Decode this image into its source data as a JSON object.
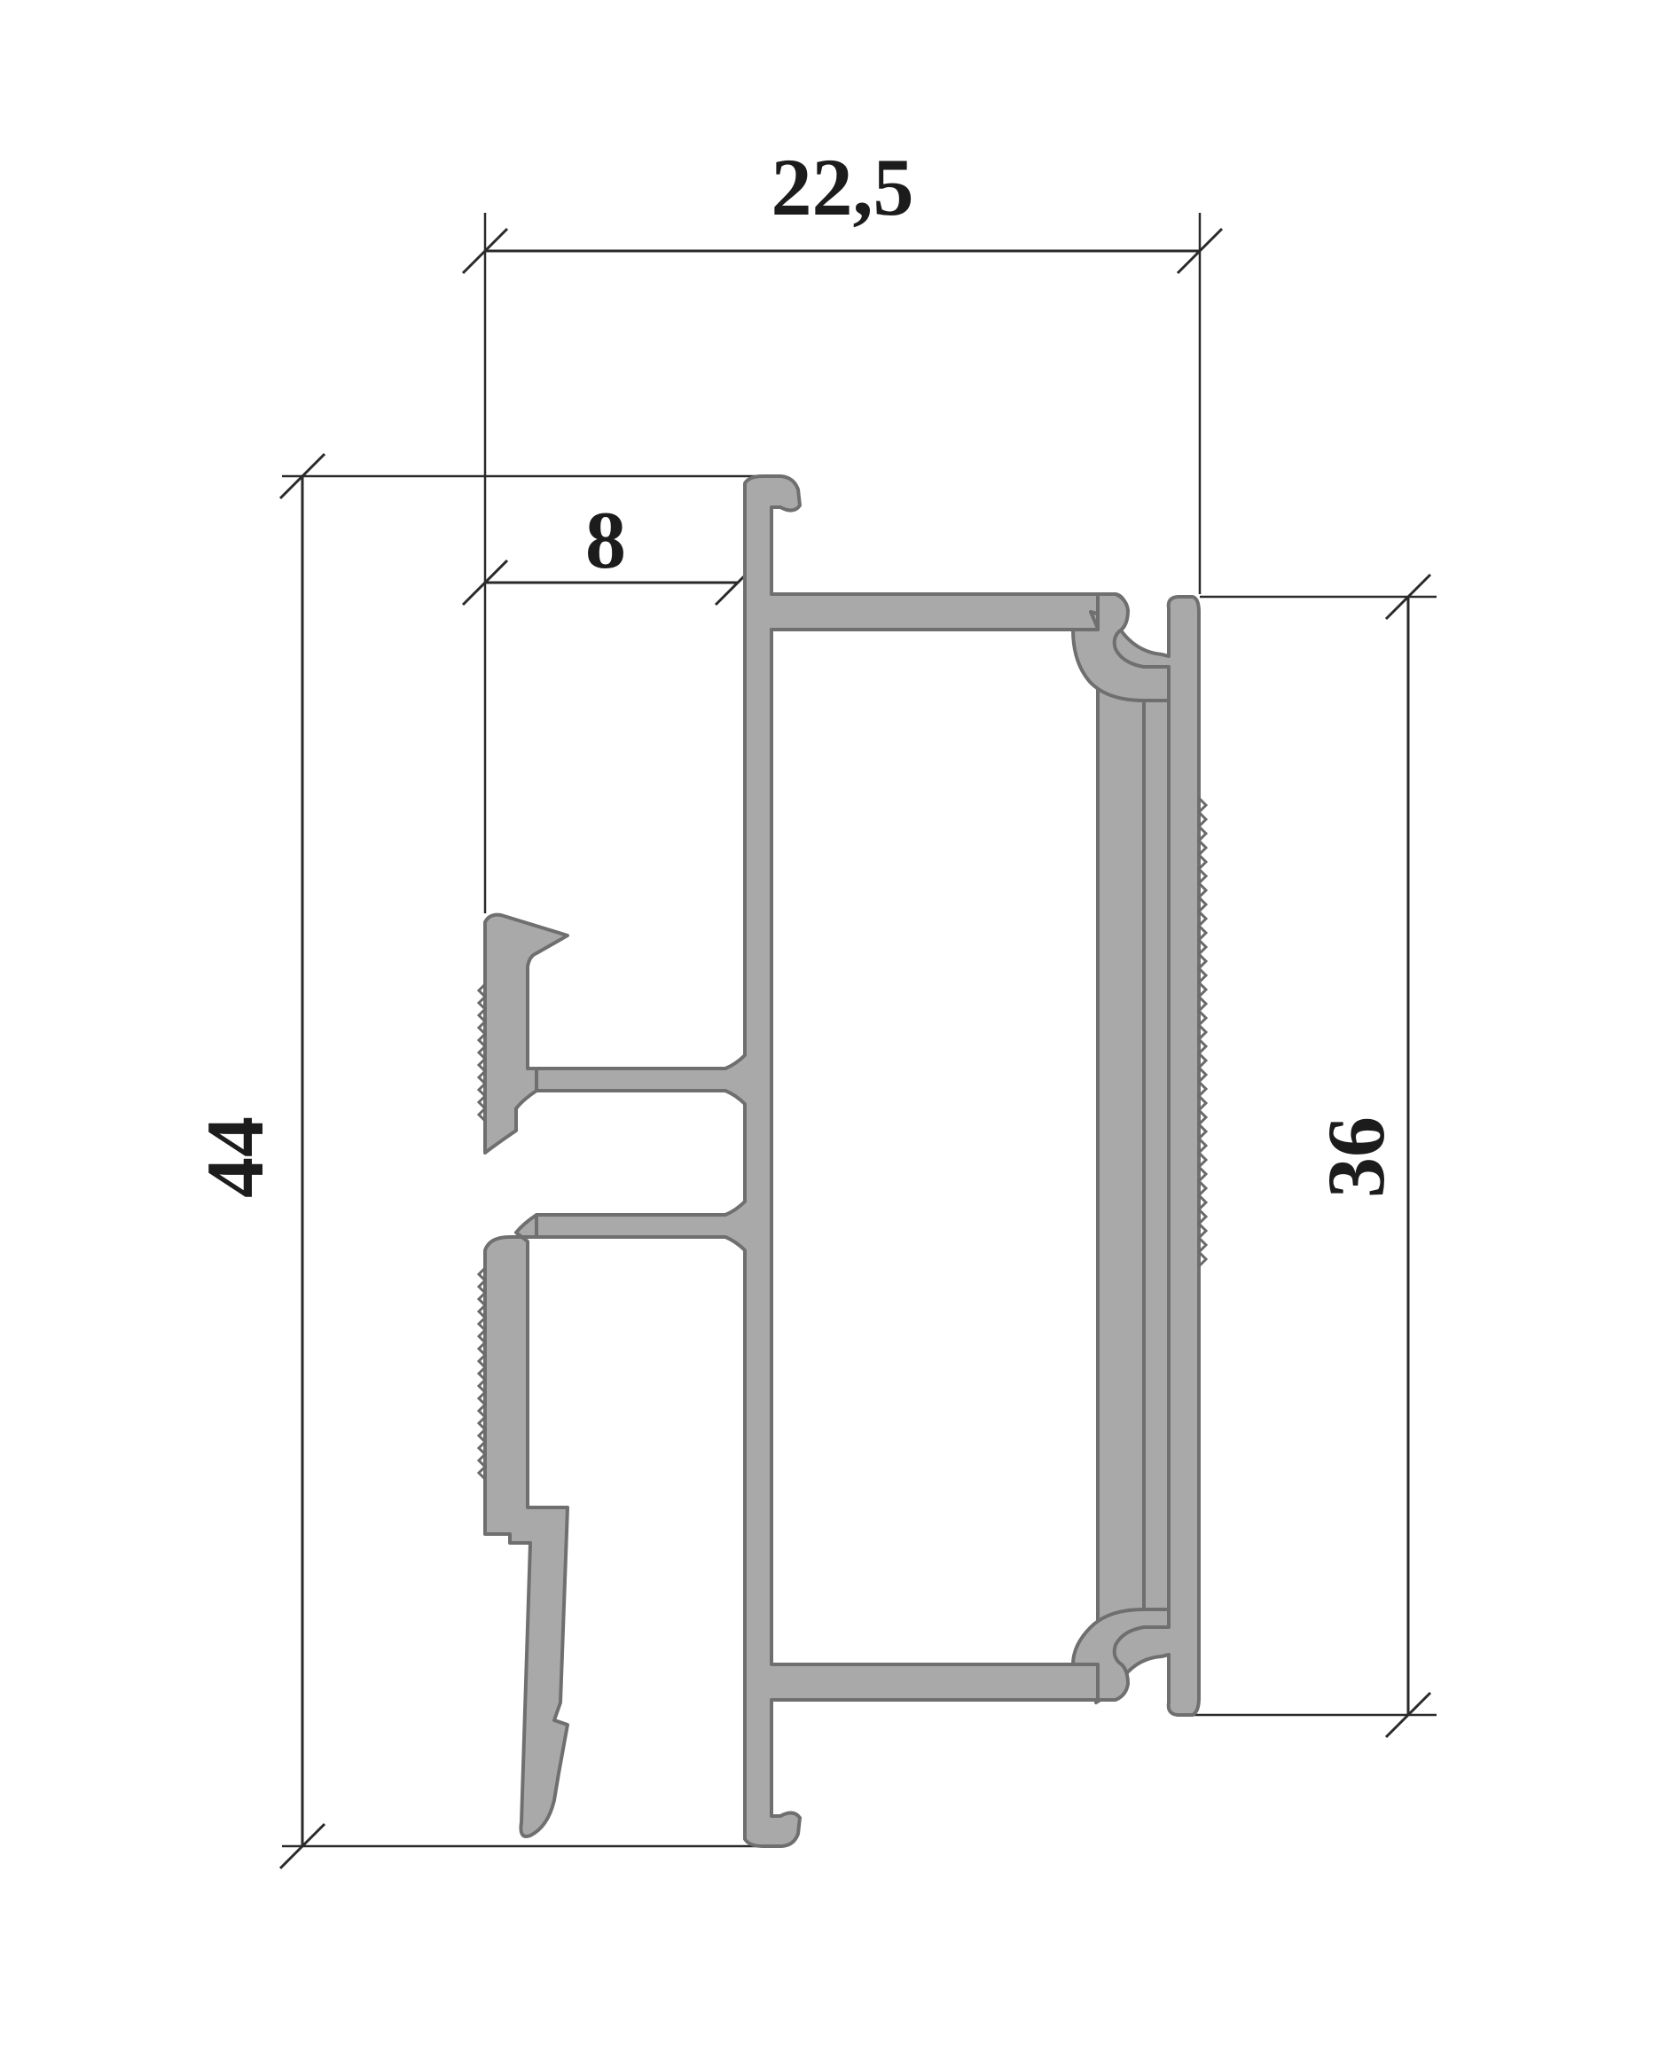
{
  "drawing": {
    "dimensions": {
      "overall_width": "22,5",
      "inner_width": "8",
      "overall_height": "44",
      "inner_height": "36"
    },
    "colors": {
      "profile_fill": "#a9a9a9",
      "profile_edge": "#6f6f6f",
      "dimension_line": "#2a2a2a",
      "background": "#ffffff"
    }
  }
}
